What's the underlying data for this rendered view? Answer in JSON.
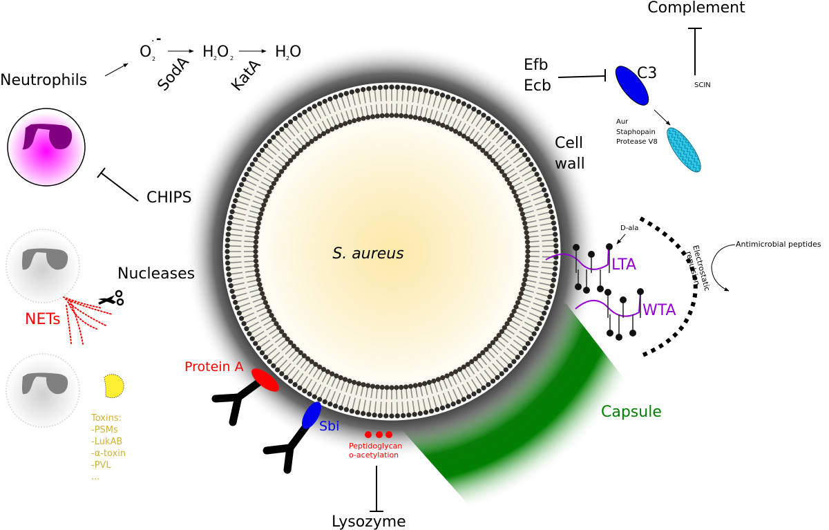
{
  "cell": {
    "name": "S. aureus",
    "cell_wall_label": [
      "Cell",
      "wall"
    ]
  },
  "neutrophil_pathway": {
    "neutrophils_label": "Neutrophils",
    "superoxide": {
      "base": "O",
      "sub": "2",
      "sup": "-"
    },
    "hydrogen_peroxide": {
      "parts": [
        "H",
        "2",
        "O",
        "2"
      ]
    },
    "water": {
      "parts": [
        "H",
        "2",
        "O"
      ]
    },
    "enzyme_1": "SodA",
    "enzyme_2": "KatA"
  },
  "chips": {
    "label": "CHIPS"
  },
  "nets": {
    "label": "NETs",
    "nucleases_label": "Nucleases"
  },
  "toxins": {
    "title": "Toxins:",
    "items": [
      "-PSMs",
      "-LukAB",
      "-α-toxin",
      "-PVL",
      "..."
    ]
  },
  "complement": {
    "label": "Complement",
    "scin_label": "SCIN",
    "efb_label": "Efb",
    "ecb_label": "Ecb",
    "c3_label": "C3",
    "proteases": [
      "Aur",
      "Staphopain",
      "Protease V8"
    ]
  },
  "teichoic_acids": {
    "dala_label": "D-ala",
    "lta_label": "LTA",
    "wta_label": "WTA",
    "repulsion_label": [
      "Electrostatic",
      "repulsion"
    ],
    "amp_label": "Antimicrobial peptides"
  },
  "capsule": {
    "label": "Capsule"
  },
  "antibody_binding": {
    "protein_a_label": "Protein A",
    "sbi_label": "Sbi"
  },
  "lysozyme": {
    "peptidoglycan_label": [
      "Peptidoglycan",
      "o-acetylation"
    ],
    "lysozyme_label": "Lysozyme"
  },
  "colors": {
    "red": "#ff0000",
    "blue": "#0000ee",
    "purple": "#9400d3",
    "green": "#008000",
    "toxin_gold": "#d4b030",
    "pacman_yellow": "#ffee33",
    "neutrophil_magenta": "#ff00ff",
    "nucleus_purple": "#800080",
    "cyan": "#20b8d8"
  }
}
